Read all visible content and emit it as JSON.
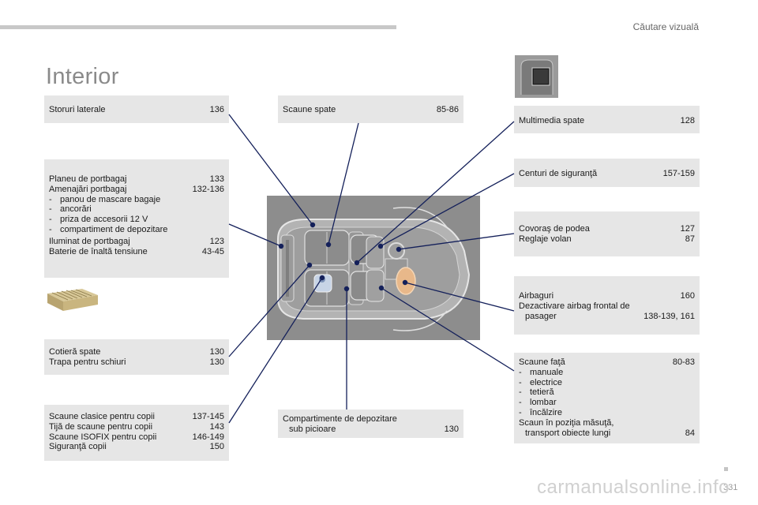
{
  "header": {
    "section_title": "Căutare vizuală"
  },
  "page": {
    "title": "Interior",
    "number": "331"
  },
  "footer": {
    "watermark": "carmanualsonline.info"
  },
  "boxes": {
    "rear_blinds": {
      "label": "Storuri laterale",
      "page": "136"
    },
    "rear_seats": {
      "label": "Scaune spate",
      "page": "85-86"
    },
    "rear_multimedia": {
      "label": "Multimedia spate",
      "page": "128"
    },
    "seat_belts": {
      "label": "Centuri de siguranţă",
      "page": "157-159"
    },
    "boot": {
      "parcel_shelf": {
        "label": "Planeu de portbagaj",
        "page": "133"
      },
      "fittings": {
        "label": "Amenajări portbagaj",
        "page": "132-136"
      },
      "items": [
        "panou de mascare bagaje",
        "ancorări",
        "priza de accesorii 12 V",
        "compartiment de depozitare"
      ],
      "lighting": {
        "label": "Iluminat de portbagaj",
        "page": "123"
      },
      "hv_battery": {
        "label": "Baterie de înaltă tensiune",
        "page": "43-45"
      }
    },
    "mats": {
      "mats": {
        "label": "Covoraş de podea",
        "page": "127"
      },
      "steering": {
        "label": "Reglaje volan",
        "page": "87"
      }
    },
    "airbags": {
      "airbags": {
        "label": "Airbaguri",
        "page": "160"
      },
      "deactivation_l1": "Dezactivare airbag frontal de",
      "deactivation_l2": "pasager",
      "deactivation_page": "138-139, 161"
    },
    "armrest": {
      "armrest": {
        "label": "Cotieră spate",
        "page": "130"
      },
      "ski": {
        "label": "Trapa pentru schiuri",
        "page": "130"
      }
    },
    "front_seats": {
      "seats": {
        "label": "Scaune faţă",
        "page": "80-83"
      },
      "items": [
        "manuale",
        "electrice",
        "tetieră",
        "lombar",
        "încălzire"
      ],
      "table_l1": "Scaun în poziţia măsuţă,",
      "table_l2": "transport obiecte lungi",
      "table_page": "84"
    },
    "child_seats": {
      "classic": {
        "label": "Scaune clasice pentru copii",
        "page": "137-145"
      },
      "bar": {
        "label": "Tijă de scaune pentru copii",
        "page": "143"
      },
      "isofix": {
        "label": "Scaune ISOFIX pentru copii",
        "page": "146-149"
      },
      "safety": {
        "label": "Siguranţă copii",
        "page": "150"
      }
    },
    "storage": {
      "label_l1": "Compartimente de depozitare",
      "label_l2": "sub picioare",
      "page": "130"
    }
  },
  "colors": {
    "box_bg": "#e6e6e6",
    "leader_line": "#14205a",
    "car_bg": "#8d8d8d",
    "title_gray": "#8a8a8a"
  }
}
